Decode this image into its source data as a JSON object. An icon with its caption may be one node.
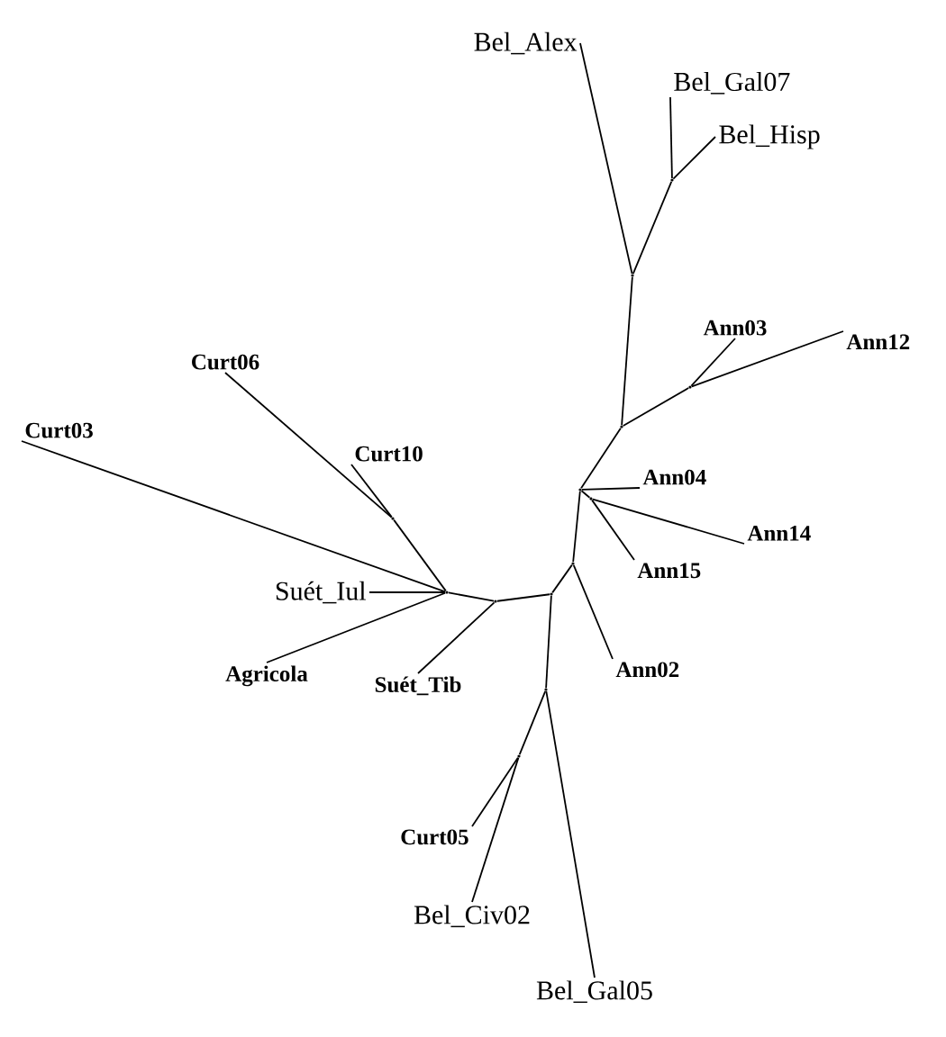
{
  "diagram": {
    "nodes": [
      {
        "text": [
          "Bel_Alex"
        ]
      },
      {
        "text": [
          "Bel_Gal07"
        ]
      },
      {
        "text": [
          "Bel_Hisp"
        ]
      },
      {
        "text": [
          "Ann03"
        ]
      },
      {
        "text": [
          "Ann12"
        ]
      },
      {
        "text": [
          "Curt06"
        ]
      },
      {
        "text": [
          "Curt03"
        ]
      },
      {
        "text": [
          "Curt10"
        ]
      },
      {
        "text": [
          "Ann04"
        ]
      },
      {
        "text": [
          "Ann14"
        ]
      },
      {
        "text": [
          "Suét_Iul"
        ]
      },
      {
        "text": [
          "Ann15"
        ]
      },
      {
        "text": [
          "Agricola"
        ]
      },
      {
        "text": [
          "Suét_Tib"
        ]
      },
      {
        "text": [
          "Ann02"
        ]
      },
      {
        "text": [
          "Curt05"
        ]
      },
      {
        "text": [
          "Bel_Civ02"
        ]
      },
      {
        "text": [
          "Bel_Gal05"
        ]
      },
      {
        "text": [],
        "shape": "point"
      },
      {
        "text": [],
        "shape": "point"
      },
      {
        "text": [],
        "shape": "point"
      },
      {
        "text": [],
        "shape": "point"
      },
      {
        "text": [],
        "shape": "point"
      },
      {
        "text": [],
        "shape": "point"
      },
      {
        "text": [],
        "shape": "point"
      },
      {
        "text": [],
        "shape": "point"
      },
      {
        "text": [],
        "shape": "point"
      },
      {
        "text": [],
        "shape": "point"
      },
      {
        "text": [],
        "shape": "point"
      },
      {
        "text": [],
        "shape": "point"
      },
      {
        "text": [],
        "shape": "point"
      }
    ],
    "edges": [
      {
        "from": 18,
        "to": 0,
        "arrow": "none"
      },
      {
        "from": 18,
        "to": 19,
        "arrow": "none"
      },
      {
        "from": 19,
        "to": 1,
        "arrow": "none"
      },
      {
        "from": 19,
        "to": 2,
        "arrow": "none"
      },
      {
        "from": 18,
        "to": 20,
        "arrow": "none"
      },
      {
        "from": 20,
        "to": 21,
        "arrow": "none"
      },
      {
        "from": 21,
        "to": 3,
        "arrow": "none"
      },
      {
        "from": 21,
        "to": 4,
        "arrow": "none"
      },
      {
        "from": 20,
        "to": 22,
        "arrow": "none"
      },
      {
        "from": 22,
        "to": 8,
        "arrow": "none"
      },
      {
        "from": 22,
        "to": 23,
        "arrow": "none"
      },
      {
        "from": 23,
        "to": 9,
        "arrow": "none"
      },
      {
        "from": 23,
        "to": 11,
        "arrow": "none"
      },
      {
        "from": 22,
        "to": 24,
        "arrow": "none"
      },
      {
        "from": 24,
        "to": 14,
        "arrow": "none"
      },
      {
        "from": 24,
        "to": 25,
        "arrow": "none"
      },
      {
        "from": 25,
        "to": 26,
        "arrow": "none"
      },
      {
        "from": 25,
        "to": 27,
        "arrow": "none"
      },
      {
        "from": 27,
        "to": 28,
        "arrow": "none"
      },
      {
        "from": 28,
        "to": 15,
        "arrow": "none"
      },
      {
        "from": 28,
        "to": 16,
        "arrow": "none"
      },
      {
        "from": 27,
        "to": 17,
        "arrow": "none"
      },
      {
        "from": 26,
        "to": 13,
        "arrow": "none"
      },
      {
        "from": 26,
        "to": 29,
        "arrow": "none"
      },
      {
        "from": 29,
        "to": 10,
        "arrow": "none"
      },
      {
        "from": 29,
        "to": 12,
        "arrow": "none"
      },
      {
        "from": 29,
        "to": 6,
        "arrow": "none"
      },
      {
        "from": 29,
        "to": 30,
        "arrow": "none"
      },
      {
        "from": 30,
        "to": 5,
        "arrow": "none"
      },
      {
        "from": 30,
        "to": 7,
        "arrow": "none"
      }
    ]
  }
}
